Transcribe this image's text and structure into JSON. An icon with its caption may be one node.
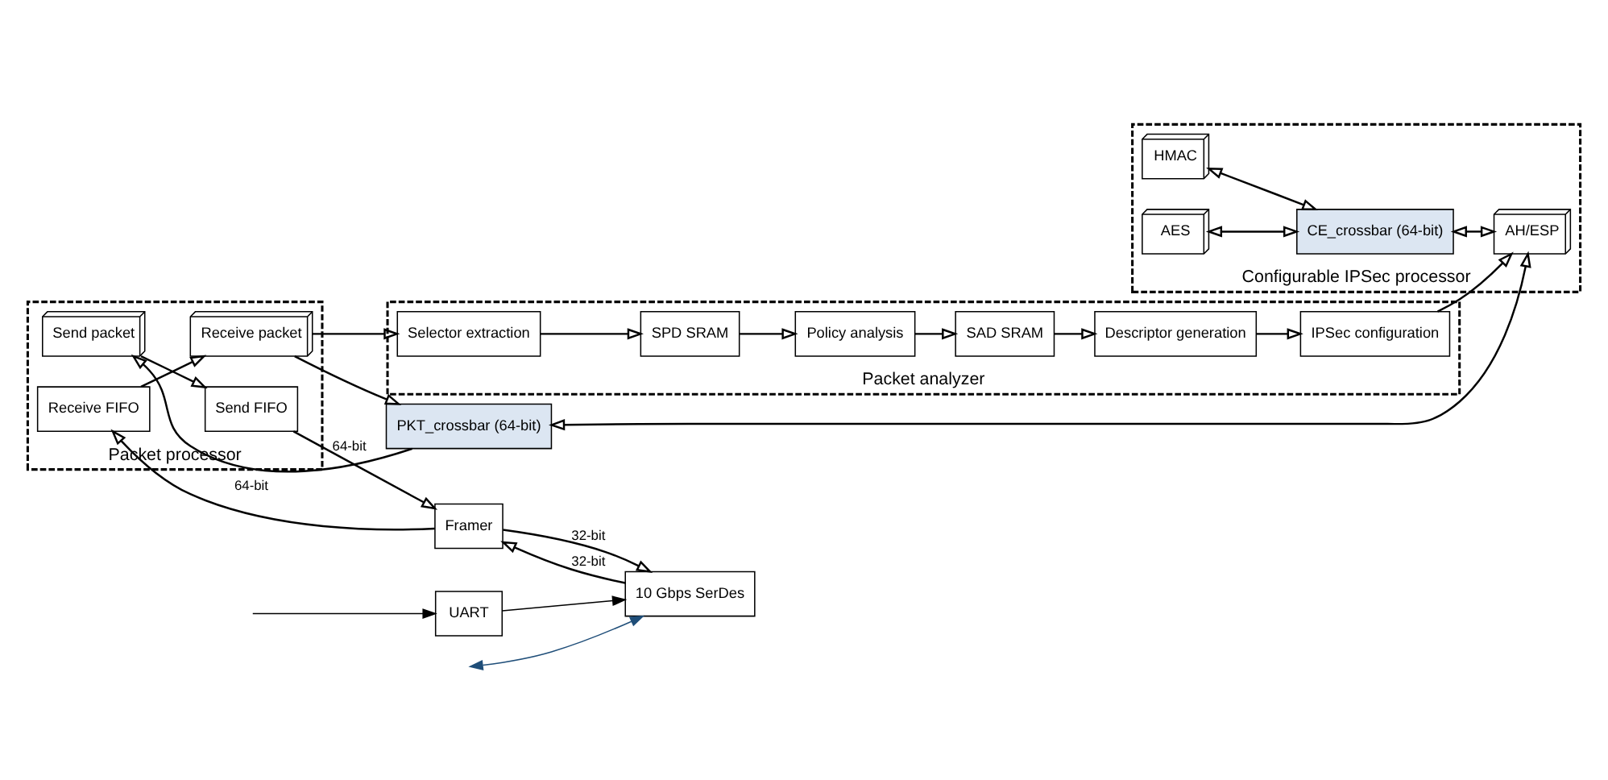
{
  "diagram": {
    "nodes": [
      {
        "text": [
          "Packet processor"
        ]
      },
      {
        "text": [
          "10 Gbps SerDes"
        ]
      },
      {
        "text": [
          "UART"
        ]
      },
      {
        "text": [
          "Framer"
        ]
      },
      {
        "text": [
          "Receive FIFO"
        ],
        "in": 0
      },
      {
        "text": [
          "Receive packet"
        ],
        "in": 0
      },
      {
        "text": [
          "Send FIFO"
        ],
        "in": 0
      },
      {
        "text": [
          "Send packet"
        ],
        "in": 0
      },
      {
        "text": [
          "PKT_crossbar (64-bit)"
        ]
      },
      {
        "text": [
          "Packet analyzer"
        ]
      },
      {
        "text": [
          "Selector extraction"
        ],
        "in": 9
      },
      {
        "text": [
          "SPD SRAM"
        ],
        "in": 9
      },
      {
        "text": [
          "Policy analysis"
        ],
        "in": 9
      },
      {
        "text": [
          "SAD SRAM"
        ],
        "in": 9
      },
      {
        "text": [
          "Descriptor generation"
        ],
        "in": 9
      },
      {
        "text": [
          "IPSec configuration"
        ],
        "in": 9
      },
      {
        "text": [
          "Configurable IPSec processor"
        ]
      },
      {
        "text": [
          "HMAC"
        ],
        "in": 16
      },
      {
        "text": [
          "AES"
        ],
        "in": 16
      },
      {
        "text": [
          "CE_crossbar (64-bit)"
        ],
        "in": 16
      },
      {
        "text": [
          "AH/ESP"
        ],
        "in": 16
      }
    ],
    "edges": [
      {
        "from": null,
        "to": 1,
        "arrow": "both",
        "color": "#1f4e79"
      },
      {
        "from": null,
        "to": 2,
        "arrow": "to"
      },
      {
        "from": 2,
        "to": 1,
        "arrow": "to"
      },
      {
        "from": 1,
        "to": 3,
        "arrow": "to",
        "label": "32-bit"
      },
      {
        "from": 3,
        "to": 1,
        "arrow": "to",
        "label": "32-bit"
      },
      {
        "from": 3,
        "to": 4,
        "arrow": "to",
        "label": "64-bit"
      },
      {
        "from": 6,
        "to": 3,
        "arrow": "to",
        "label": "64-bit"
      },
      {
        "from": 4,
        "to": 5,
        "arrow": "to"
      },
      {
        "from": 7,
        "to": 6,
        "arrow": "to"
      },
      {
        "from": 5,
        "to": 8,
        "arrow": "to"
      },
      {
        "from": 8,
        "to": 7,
        "arrow": "to"
      },
      {
        "from": 5,
        "to": 10,
        "arrow": "to"
      },
      {
        "from": 10,
        "to": 11,
        "arrow": "to"
      },
      {
        "from": 11,
        "to": 12,
        "arrow": "to"
      },
      {
        "from": 12,
        "to": 13,
        "arrow": "to"
      },
      {
        "from": 13,
        "to": 14,
        "arrow": "to"
      },
      {
        "from": 14,
        "to": 15,
        "arrow": "to"
      },
      {
        "from": 15,
        "to": 20,
        "arrow": "to"
      },
      {
        "from": 8,
        "to": 20,
        "arrow": "both"
      },
      {
        "from": 17,
        "to": 19,
        "arrow": "both"
      },
      {
        "from": 18,
        "to": 19,
        "arrow": "both"
      },
      {
        "from": 19,
        "to": 20,
        "arrow": "both"
      }
    ]
  }
}
